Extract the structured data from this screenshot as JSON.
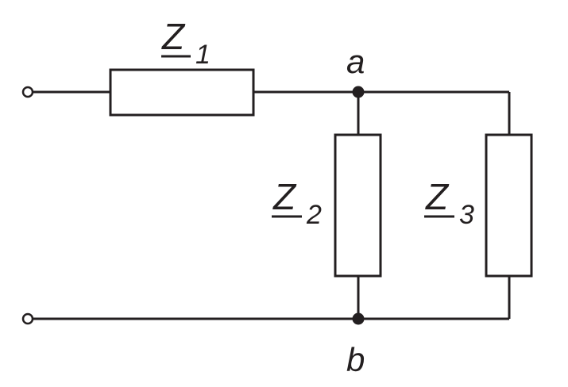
{
  "impedances": {
    "z1": {
      "letter": "Z",
      "subscript": "1"
    },
    "z2": {
      "letter": "Z",
      "subscript": "2"
    },
    "z3": {
      "letter": "Z",
      "subscript": "3"
    }
  },
  "nodes": {
    "a": "a",
    "b": "b"
  },
  "colors": {
    "line": "#231f20",
    "background": "#ffffff"
  }
}
